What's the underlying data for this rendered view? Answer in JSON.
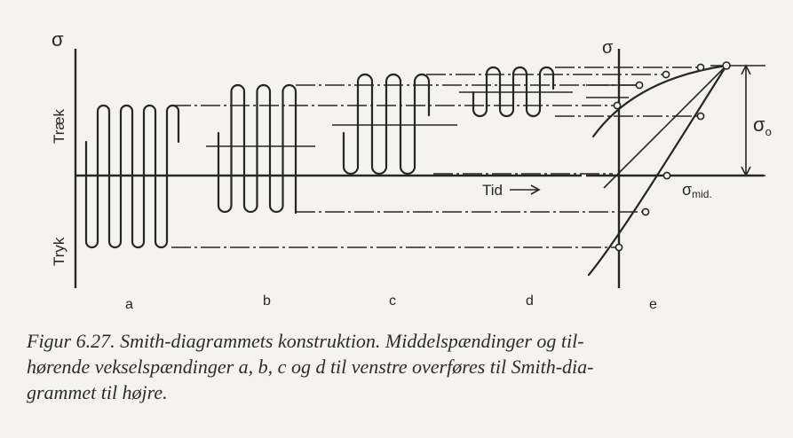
{
  "figure": {
    "y_axis_label": "σ",
    "tension_label": "Træk",
    "compression_label": "Tryk",
    "time_label": "Tid",
    "smith_y_label": "σ",
    "amplitude_label": "σ",
    "amplitude_subscript": "o",
    "mean_stress_label": "σ",
    "mean_stress_subscript": "mid.",
    "panel_labels": [
      "a",
      "b",
      "c",
      "d",
      "e"
    ]
  },
  "caption": {
    "lines": [
      "Figur 6.27. Smith-diagrammets konstruktion. Middelspændinger og til-",
      "hørende vekselspændinger a, b, c og d til venstre overføres til Smith-dia-",
      "grammet til højre."
    ]
  }
}
